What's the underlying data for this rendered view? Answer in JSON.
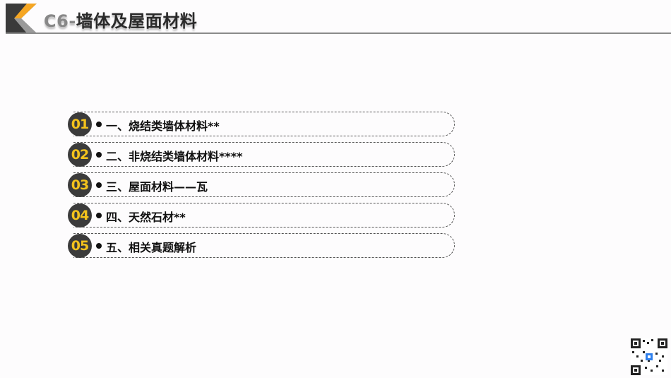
{
  "header": {
    "title_code": "C6-",
    "title_text": "墙体及屋面材料"
  },
  "colors": {
    "badge_bg": "#3b3b3b",
    "badge_text": "#f3c21c",
    "accent_yellow": "#f5a623",
    "dark_block": "#3a3a3a"
  },
  "menu": {
    "items": [
      {
        "number": "01",
        "label": "一、烧结类墙体材料**"
      },
      {
        "number": "02",
        "label": "二、非烧结类墙体材料****"
      },
      {
        "number": "03",
        "label": "三、屋面材料——瓦"
      },
      {
        "number": "04",
        "label": "四、天然石材**"
      },
      {
        "number": "05",
        "label": "五、相关真题解析"
      }
    ]
  },
  "footer": {
    "qr_icon": "qr-code-icon"
  }
}
